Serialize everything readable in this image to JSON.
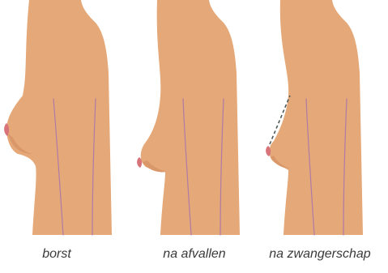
{
  "figure": {
    "panels": [
      {
        "caption": "borst"
      },
      {
        "caption": "na afvallen"
      },
      {
        "caption": "na zwangerschap"
      }
    ]
  },
  "colors": {
    "skin": "#e5a878",
    "skin_shadow": "#d9976a",
    "nipple": "#d8737a",
    "muscle_line": "#b07aa8",
    "dashed_line": "#4a5a5a",
    "caption_text": "#3a3a3a",
    "background": "#ffffff"
  }
}
